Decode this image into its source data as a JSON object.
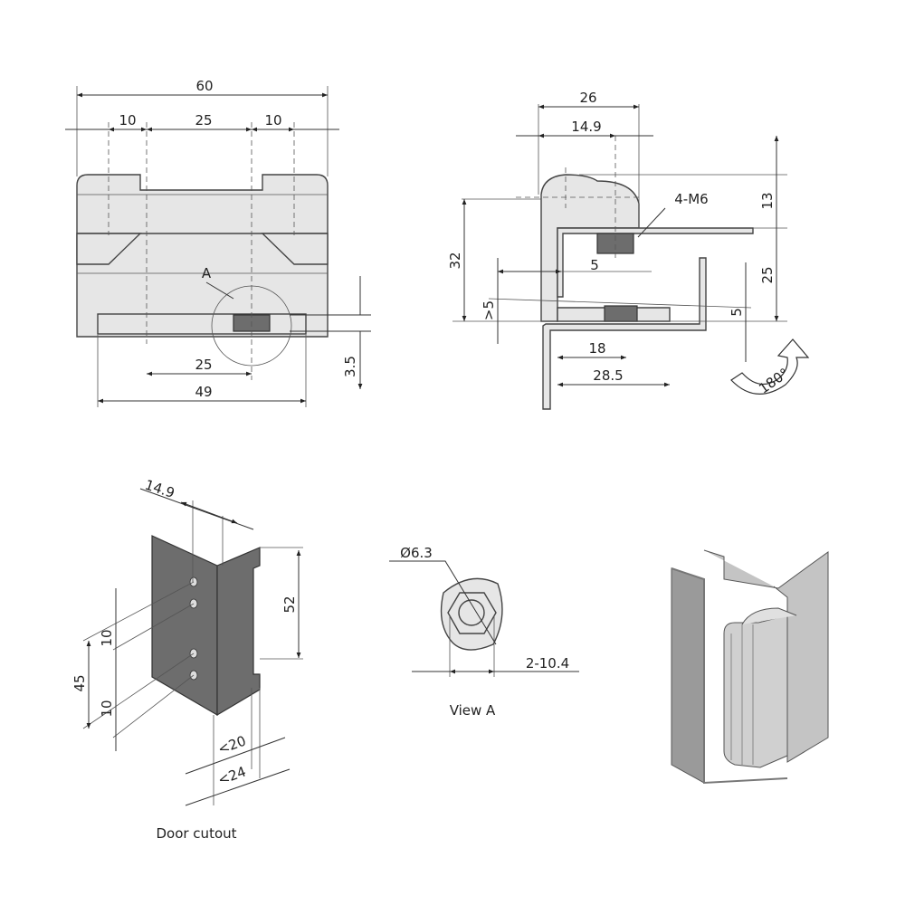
{
  "front_view": {
    "dim_total_width": "60",
    "dim_left": "10",
    "dim_middle": "25",
    "dim_right": "10",
    "detail_label": "A",
    "dim_hole_spacing": "25",
    "dim_base_width": "49",
    "dim_height_offset": "3.5"
  },
  "side_view": {
    "dim_26": "26",
    "dim_14_9": "14.9",
    "thread_label": "4-M6",
    "dim_13": "13",
    "dim_32": "32",
    "dim_5_horizontal": "5",
    "dim_gap_min": ">5",
    "dim_25": "25",
    "dim_5_vertical": "5",
    "dim_18": "18",
    "dim_28_5": "28.5",
    "rotation_label": "180°"
  },
  "door_cutout": {
    "dim_14_9": "14.9",
    "dim_52": "52",
    "dim_10_top": "10",
    "dim_45": "45",
    "dim_10_bottom": "10",
    "dim_max_20": "<20",
    "dim_max_24": "<24",
    "caption": "Door cutout"
  },
  "view_a": {
    "dim_diameter": "Ø6.3",
    "dim_across": "2-10.4",
    "caption": "View A"
  }
}
